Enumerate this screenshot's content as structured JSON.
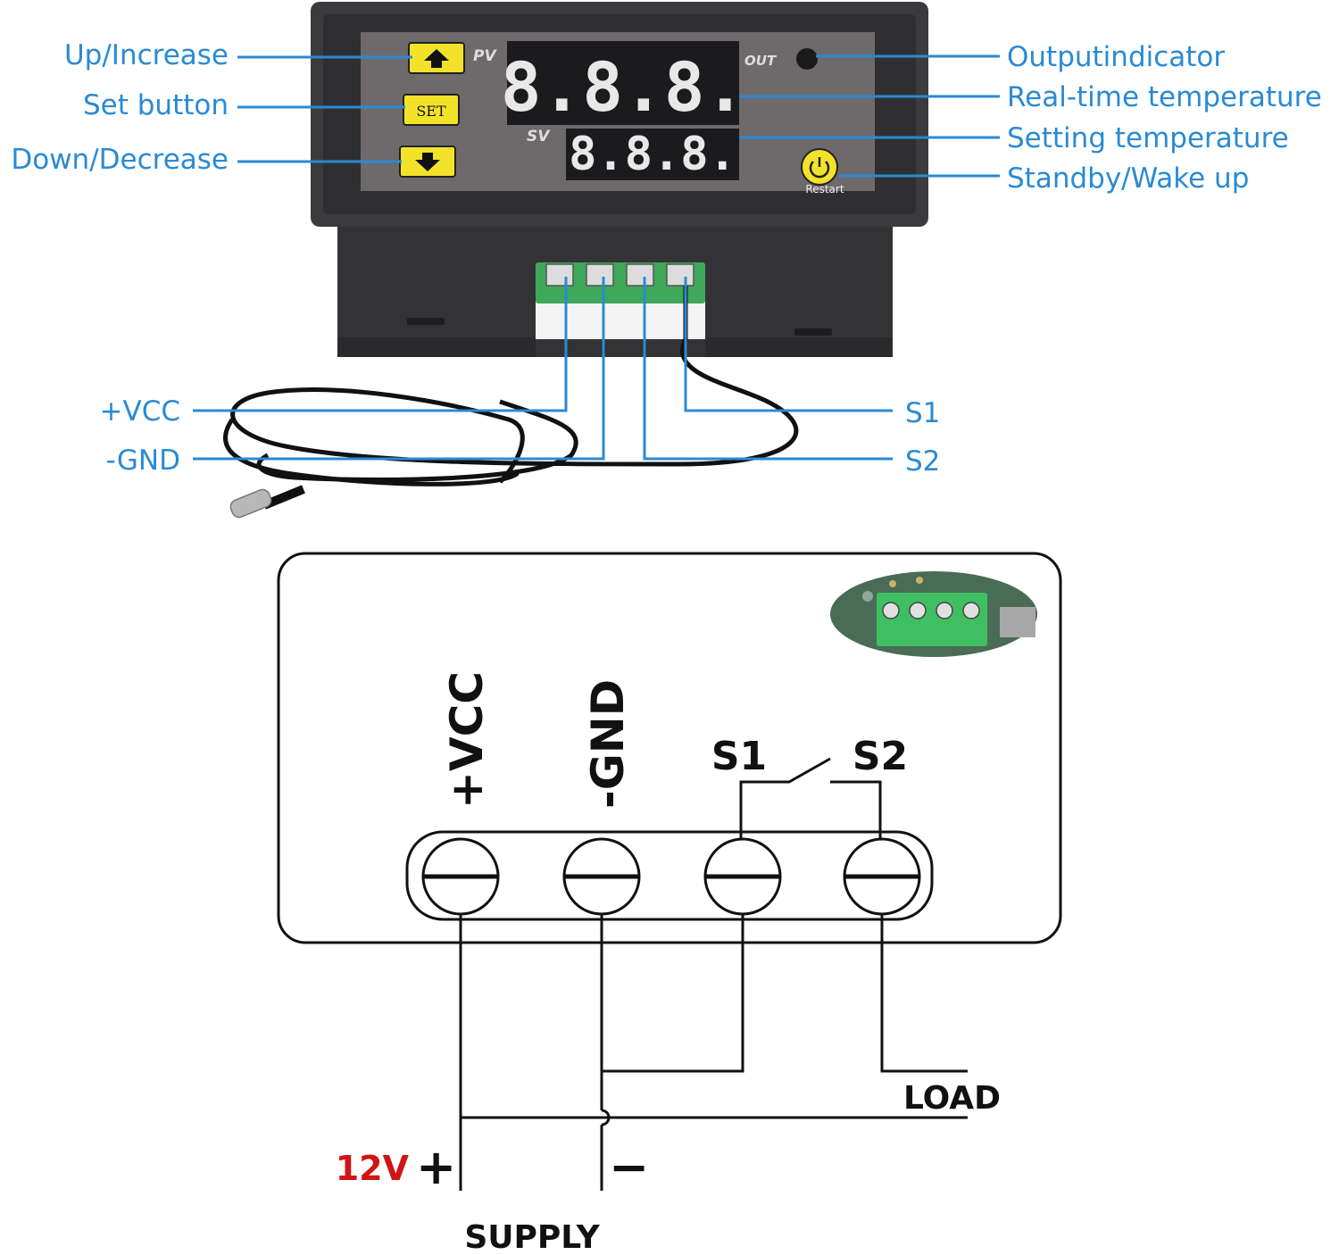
{
  "colors": {
    "callout": "#2a8ad4",
    "voltage": "#d01515",
    "device_body": "#3b3b3d",
    "display_bg": "#6e6a6c",
    "button_yellow": "#f2e32a",
    "terminal_green": "#3fa85a"
  },
  "device": {
    "pv_label": "PV",
    "sv_label": "SV",
    "out_label": "OUT",
    "set_button_label": "SET",
    "restart_label": "Restart",
    "pv_display": "8.8.8.",
    "sv_display": "8.8.8.",
    "up_icon": "arrow-up-icon",
    "down_icon": "arrow-down-icon",
    "power_icon": "power-icon"
  },
  "callouts": {
    "up": "Up/Increase",
    "set": "Set button",
    "down": "Down/Decrease",
    "output_indicator": "Outputindicator",
    "realtime": "Real-time temperature",
    "setting": "Setting temperature",
    "standby": "Standby/Wake up",
    "vcc": "+VCC",
    "gnd": "-GND",
    "s1": "S1",
    "s2": "S2"
  },
  "wiring": {
    "vcc": "+VCC",
    "gnd": "-GND",
    "s1": "S1",
    "s2": "S2",
    "load": "LOAD",
    "voltage": "12V",
    "plus": "+",
    "minus": "−",
    "supply": "SUPPLY"
  }
}
